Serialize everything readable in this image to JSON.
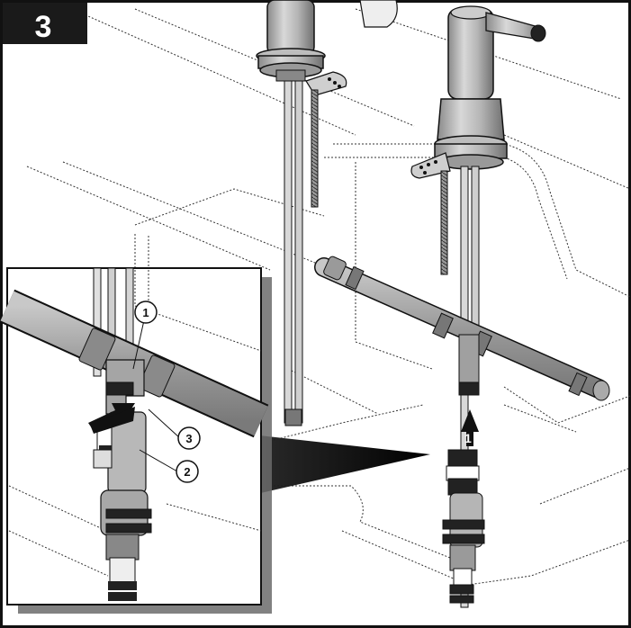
{
  "step": {
    "number": "3"
  },
  "callouts": [
    {
      "label": "1"
    },
    {
      "label": "3"
    },
    {
      "label": "2"
    }
  ],
  "main_arrow": {
    "label": "1"
  },
  "colors": {
    "ink": "#111111",
    "pipe": "#9a9a9a",
    "pipe_dark": "#6e6e6e",
    "inset_bg": "#ffffff",
    "shadow": "#6b6b6b",
    "badge": "#1a1a1a"
  }
}
